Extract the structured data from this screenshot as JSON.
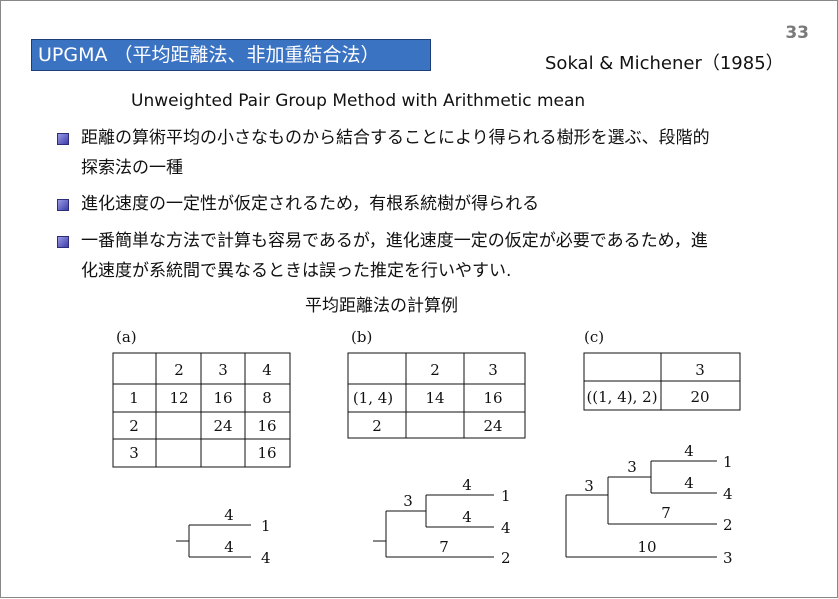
{
  "slide": {
    "page_number": "33",
    "title": "UPGMA （平均距離法、非加重結合法）",
    "citation": "Sokal & Michener（1985）",
    "subtitle": "Unweighted Pair Group Method with Arithmetic mean",
    "bullets": [
      {
        "lines": [
          "距離の算術平均の小さなものから結合することにより得られる樹形を選ぶ、段階的",
          "探索法の一種"
        ]
      },
      {
        "lines": [
          "進化速度の一定性が仮定されるため，有根系統樹が得られる"
        ]
      },
      {
        "lines": [
          "一番簡単な方法で計算も容易であるが，進化速度一定の仮定が必要であるため，進",
          "化速度が系統間で異なるときは誤った推定を行いやすい."
        ]
      }
    ],
    "example_heading": "平均距離法の計算例"
  },
  "examples": {
    "a": {
      "label": "(a)",
      "header": [
        "",
        "2",
        "3",
        "4"
      ],
      "rows": [
        [
          "1",
          "12",
          "16",
          "8"
        ],
        [
          "2",
          "",
          "24",
          "16"
        ],
        [
          "3",
          "",
          "",
          "16"
        ]
      ],
      "tree": {
        "branch_a": "4",
        "branch_b": "4",
        "leaf_a": "1",
        "leaf_b": "4"
      }
    },
    "b": {
      "label": "(b)",
      "header": [
        "",
        "2",
        "3"
      ],
      "rows": [
        [
          "(1, 4)",
          "14",
          "16"
        ],
        [
          "2",
          "",
          "24"
        ]
      ],
      "tree": {
        "node": "3",
        "branch_1": "4",
        "branch_4": "4",
        "branch_2": "7",
        "leaf_1": "1",
        "leaf_4": "4",
        "leaf_2": "2"
      }
    },
    "c": {
      "label": "(c)",
      "header": [
        "",
        "3"
      ],
      "rows": [
        [
          "((1, 4), 2)",
          "20"
        ]
      ],
      "tree": {
        "node_outer": "3",
        "node_inner": "3",
        "branch_1": "4",
        "branch_4": "4",
        "branch_2": "7",
        "branch_3": "10",
        "leaf_1": "1",
        "leaf_4": "4",
        "leaf_2": "2",
        "leaf_3": "3"
      }
    }
  },
  "colors": {
    "title_bg": "#3b73c3",
    "bullet": "#4b4bb8",
    "page_number": "#7a7a7a"
  }
}
